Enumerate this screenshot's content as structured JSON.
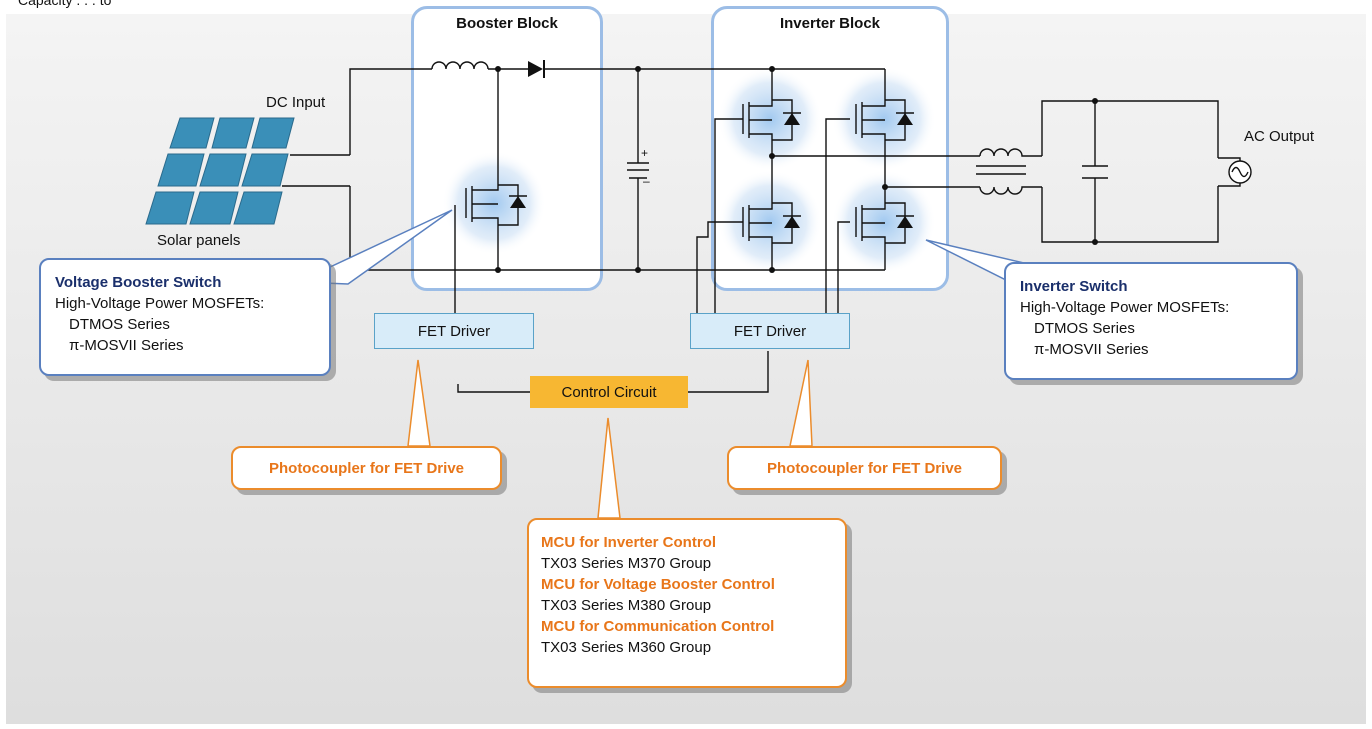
{
  "top_text": "Capacity . . . to",
  "blocks": {
    "booster_title": "Booster Block",
    "inverter_title": "Inverter Block"
  },
  "labels": {
    "dc_input": "DC Input",
    "solar_panels": "Solar panels",
    "ac_output": "AC Output"
  },
  "drivers": {
    "left": "FET Driver",
    "right": "FET Driver"
  },
  "control_circuit": "Control Circuit",
  "callouts": {
    "booster_switch": {
      "title": "Voltage Booster Switch",
      "line1": "High-Voltage Power MOSFETs:",
      "line2": "DTMOS Series",
      "line3": "π-MOSVII Series"
    },
    "inverter_switch": {
      "title": "Inverter Switch",
      "line1": "High-Voltage Power MOSFETs:",
      "line2": "DTMOS Series",
      "line3": "π-MOSVII Series"
    },
    "photocoupler_left": "Photocoupler for FET Drive",
    "photocoupler_right": "Photocoupler for FET Drive",
    "mcu": {
      "t1": "MCU for Inverter Control",
      "d1": "TX03 Series M370 Group",
      "t2": "MCU for Voltage Booster Control",
      "d2": "TX03 Series M380 Group",
      "t3": "MCU for Communication Control",
      "d3": "TX03 Series M360 Group"
    }
  },
  "colors": {
    "block_border": "#9cbde6",
    "driver_fill": "#d8ecf9",
    "control_fill": "#f7b732",
    "callout_blue": "#5a80bf",
    "callout_orange": "#eb8c2c",
    "panel_blue": "#3a8fb8"
  }
}
